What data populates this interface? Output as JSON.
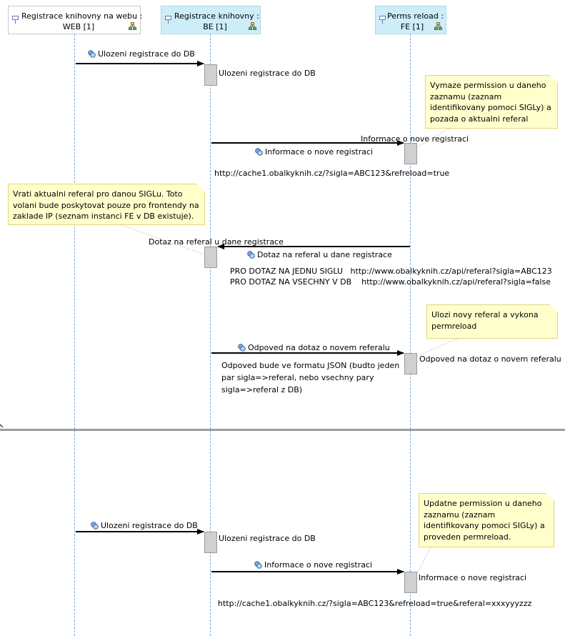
{
  "lifelines": {
    "web": {
      "line1": "Registrace knihovny na webu :",
      "line2": "WEB [1]"
    },
    "be": {
      "line1": "Registrace knihovny :",
      "line2": "BE [1]"
    },
    "fe": {
      "line1": "Perms reload :",
      "line2": "FE [1]"
    }
  },
  "messages": {
    "m1": "Ulozeni registrace do DB",
    "m1_exec": "Ulozeni registrace do DB",
    "m2_top": "Informace o nove registraci",
    "m2": "Informace o nove registraci",
    "m2_url": "http://cache1.obalkyknih.cz/?sigla=ABC123&refreload=true",
    "m3_top": "Dotaz na referal u dane registrace",
    "m3": "Dotaz na referal u dane registrace",
    "m3_line1": "PRO DOTAZ NA JEDNU SIGLU   http://www.obalkyknih.cz/api/referal?sigla=ABC123",
    "m3_line2": "PRO DOTAZ NA VSECHNY V DB    http://www.obalkyknih.cz/api/referal?sigla=false",
    "m4": "Odpoved na dotaz o novem referalu",
    "m4_exec": "Odpoved na dotaz o novem referalu",
    "m4_desc1": "Odpoved bude ve formatu JSON (budto jeden",
    "m4_desc2": "par sigla=>referal, nebo vsechny pary",
    "m4_desc3": "sigla=>referal z DB)",
    "m5": "Ulozeni registrace do DB",
    "m5_exec": "Ulozeni registrace do DB",
    "m6": "Informace o nove registraci",
    "m6_exec": "Informace o nove registraci",
    "m6_url": "http://cache1.obalkyknih.cz/?sigla=ABC123&refreload=true&referal=xxxyyyzzz"
  },
  "notes": {
    "n1": [
      "Vymaze permission u daneho",
      "zaznamu (zaznam",
      "identifikovany pomoci SIGLy) a",
      "pozada o aktualni referal"
    ],
    "n2": [
      "Vrati aktualni referal pro danou SIGLu. Toto",
      "volani bude poskytovat pouze pro frontendy na",
      "zaklade IP (seznam instanci FE v DB existuje)."
    ],
    "n3": [
      "Ulozi novy referal a vykona",
      "permreload"
    ],
    "n4": [
      "Updatne permission u daneho",
      "zaznamu (zaznam",
      "identifikovany pomoci SIGLy) a",
      "proveden permreload."
    ]
  },
  "icons": {
    "lifeline": "lifeline-icon",
    "structure": "structure-icon",
    "message": "message-icon"
  }
}
